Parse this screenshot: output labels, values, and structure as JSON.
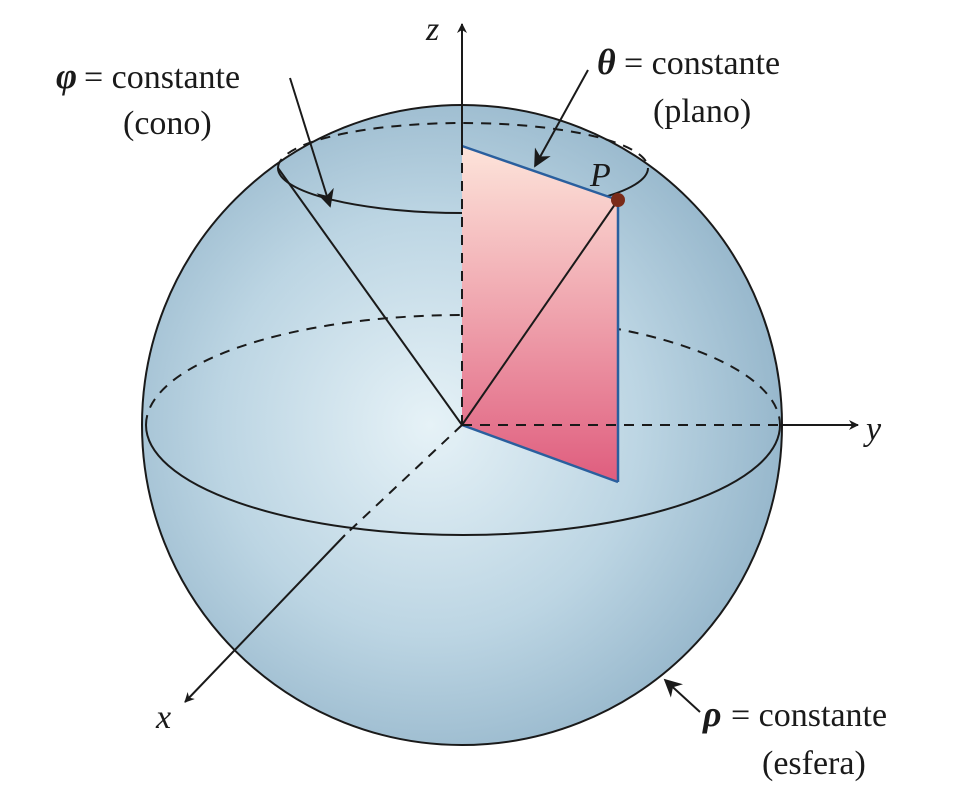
{
  "axes": {
    "x": "x",
    "y": "y",
    "z": "z"
  },
  "point": {
    "label": "P",
    "color": "#7a2a18"
  },
  "labels": {
    "phi": {
      "symbol": "φ",
      "text": "= constante",
      "note": "(cono)"
    },
    "theta": {
      "symbol": "θ",
      "text": "= constante",
      "note": "(plano)"
    },
    "rho": {
      "symbol": "ρ",
      "text": "= constante",
      "note": "(esfera)"
    }
  },
  "colors": {
    "sphere_center": "#e6f2f7",
    "sphere_edge": "#8fb1c7",
    "plane_top": "#fde4da",
    "plane_bottom": "#df5d7e",
    "plane_edge": "#2a5f9e",
    "line": "#1a1a1a"
  }
}
